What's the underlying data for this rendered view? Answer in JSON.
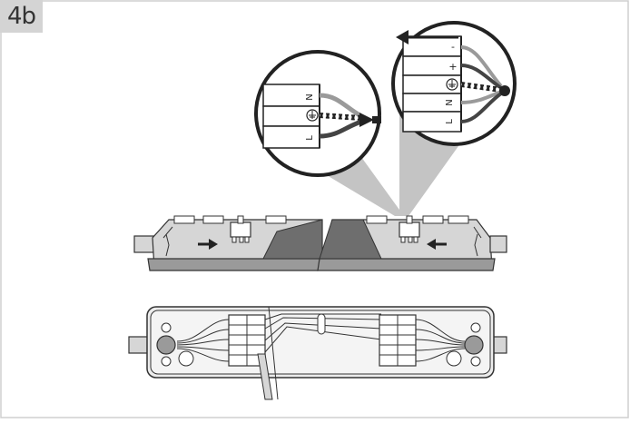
{
  "step_label": "4b",
  "left_detail": {
    "terminal_labels": [
      "N",
      "L"
    ]
  },
  "right_detail": {
    "terminal_labels": [
      "-",
      "+",
      "N",
      "L"
    ]
  },
  "colors": {
    "outline": "#333333",
    "light_fill": "#d6d6d6",
    "mid_fill": "#9a9a9a",
    "dark_fill": "#6e6e6e",
    "beam": "#c4c4c4",
    "tab": "#d4d4d4"
  }
}
